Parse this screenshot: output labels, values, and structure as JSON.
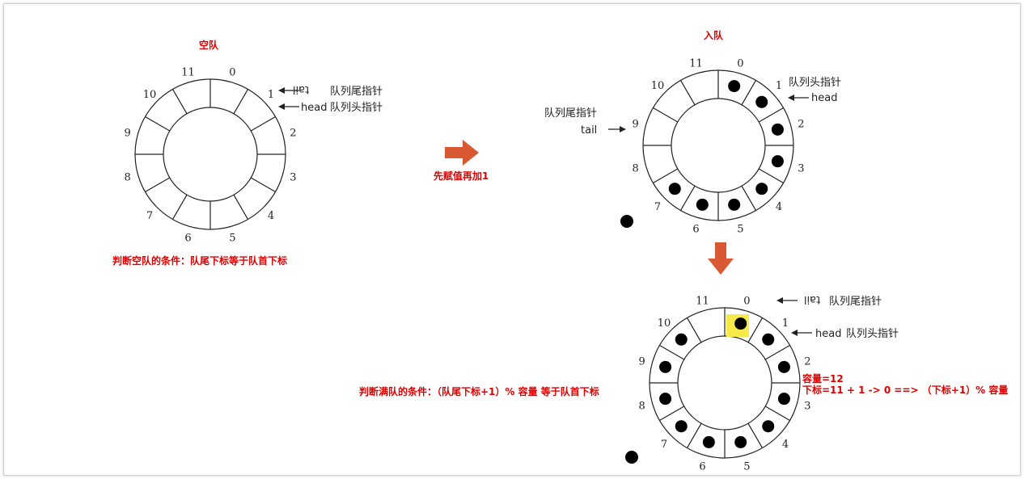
{
  "diagrams": {
    "empty": {
      "title": "空队",
      "labels": [
        "0",
        "1",
        "2",
        "3",
        "4",
        "5",
        "6",
        "7",
        "8",
        "9",
        "10",
        "11"
      ],
      "tail_label": "tail",
      "tail_pointer": "队列尾指针",
      "head_label": "head",
      "head_pointer": "队列头指针",
      "condition": "判断空队的条件：队尾下标等于队首下标"
    },
    "enqueue": {
      "title": "入队",
      "labels": [
        "0",
        "1",
        "2",
        "3",
        "4",
        "5",
        "6",
        "7",
        "8",
        "9",
        "10",
        "11"
      ],
      "head_pointer": "队列头指针",
      "head_label": "head",
      "tail_pointer": "队列尾指针",
      "tail_label": "tail"
    },
    "full": {
      "labels": [
        "0",
        "1",
        "2",
        "3",
        "4",
        "5",
        "6",
        "7",
        "8",
        "9",
        "10",
        "11"
      ],
      "tail_label": "tail",
      "tail_pointer": "队列尾指针",
      "head_label": "head",
      "head_pointer": "队列头指针",
      "condition": "判断满队的条件：（队尾下标+1）% 容量 等于队首下标",
      "capacity": "容量=12",
      "formula": "下标=11 + 1  -> 0  ==> （下标+1）% 容量"
    }
  },
  "transition": {
    "step": "先赋值再加1"
  },
  "colors": {
    "accent_red": "#e10000",
    "arrow_orange": "#d95a32",
    "highlight_yellow": "#f5ea4a"
  }
}
